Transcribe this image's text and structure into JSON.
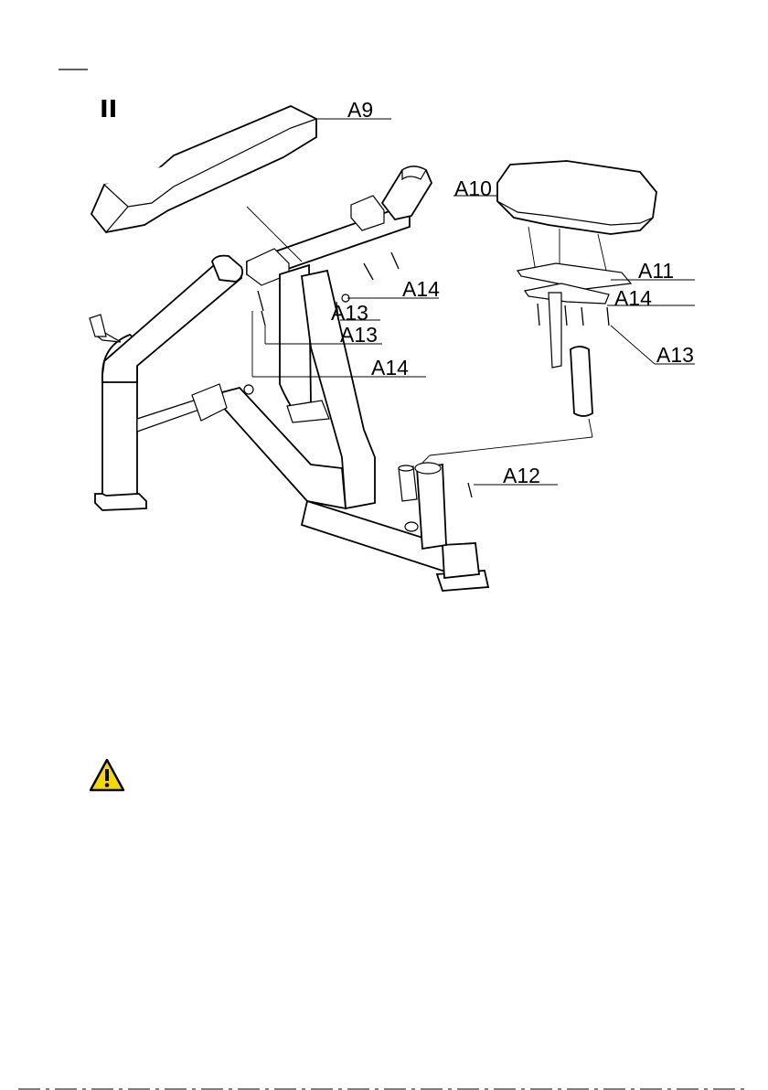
{
  "step_marker": "II",
  "labels": {
    "a9": "A9",
    "a10": "A10",
    "a11": "A11",
    "a14_right": "A14",
    "a13_right": "A13",
    "a14_top": "A14",
    "a13_upper": "A13",
    "a13_lower": "A13",
    "a14_lower": "A14",
    "a12": "A12"
  },
  "icons": {
    "warning": "warning-triangle-icon"
  },
  "colors": {
    "warning_fill": "#f5d800",
    "line": "#000000"
  }
}
